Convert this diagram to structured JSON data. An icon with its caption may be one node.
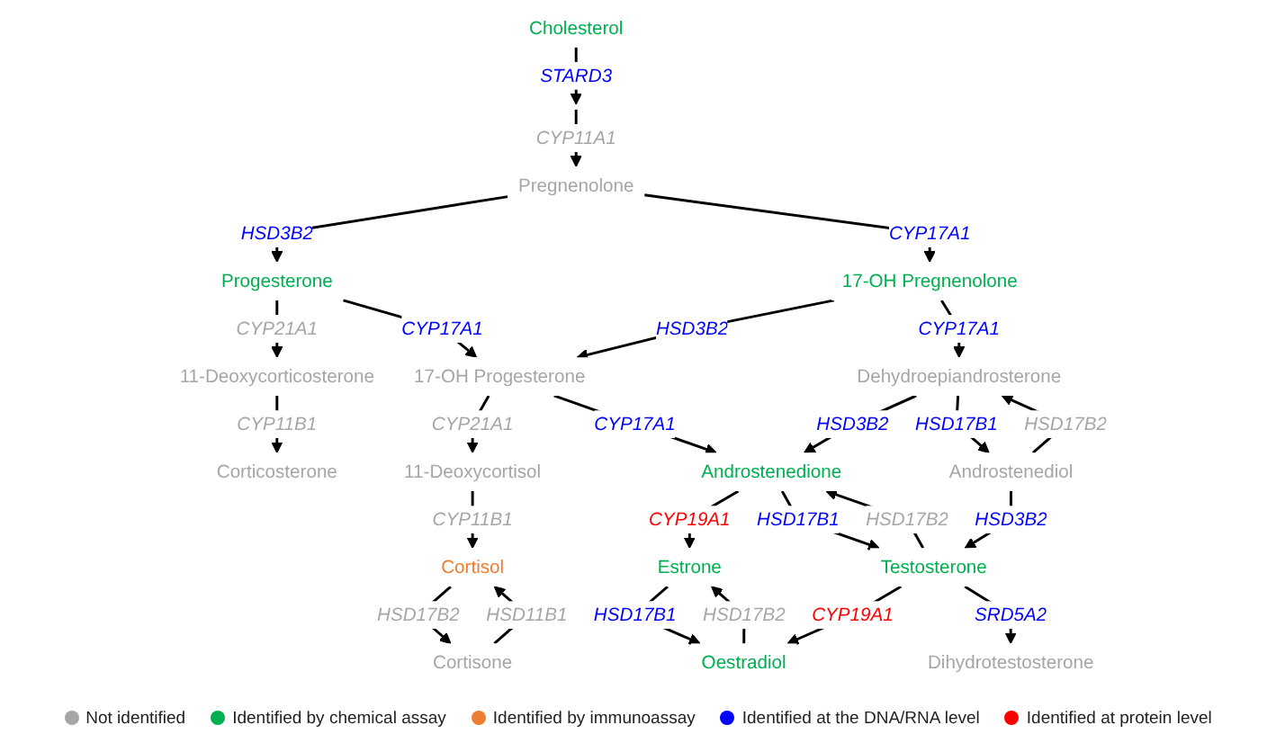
{
  "diagram": {
    "nodes": [
      {
        "text": [
          "Cholesterol"
        ]
      },
      {
        "text": [
          "Pregnenolone"
        ]
      },
      {
        "text": [
          "Progesterone"
        ]
      },
      {
        "text": [
          "11-Deoxycorticosterone"
        ]
      },
      {
        "text": [
          "Corticosterone"
        ]
      },
      {
        "text": [
          "17-OH Pregnenolone"
        ]
      },
      {
        "text": [
          "17-OH Progesterone"
        ]
      },
      {
        "text": [
          "11-Deoxycortisol"
        ]
      },
      {
        "text": [
          "Cortisol"
        ]
      },
      {
        "text": [
          "Dehydroepiandrosterone"
        ]
      },
      {
        "text": [
          "Androstenedione"
        ]
      },
      {
        "text": [
          "Estrone"
        ]
      },
      {
        "text": [
          "Cortisone"
        ]
      },
      {
        "text": [
          "Androstenediol"
        ]
      },
      {
        "text": [
          "Testosterone"
        ]
      },
      {
        "text": [
          "Oestradiol"
        ]
      },
      {
        "text": [
          "Dihydrotestosterone"
        ]
      }
    ],
    "edges": [
      {
        "from": 0,
        "to": null,
        "arrow": "to",
        "label": "STARD3"
      },
      {
        "from": null,
        "to": 1,
        "arrow": "to",
        "label": "CYP11A1"
      },
      {
        "from": 1,
        "to": 2,
        "arrow": "to",
        "label": "HSD3B2"
      },
      {
        "from": 2,
        "to": 3,
        "arrow": "to",
        "label": "CYP21A1"
      },
      {
        "from": 3,
        "to": 4,
        "arrow": "to",
        "label": "CYP11B1"
      },
      {
        "from": 1,
        "to": 5,
        "arrow": "to",
        "label": "CYP17A1"
      },
      {
        "from": 2,
        "to": 6,
        "arrow": "to",
        "label": "CYP17A1"
      },
      {
        "from": 5,
        "to": 6,
        "arrow": "to",
        "label": "HSD3B2"
      },
      {
        "from": 6,
        "to": 7,
        "arrow": "to",
        "label": "CYP21A1"
      },
      {
        "from": 7,
        "to": 8,
        "arrow": "to",
        "label": "CYP11B1"
      },
      {
        "from": 5,
        "to": 9,
        "arrow": "to",
        "label": "CYP17A1"
      },
      {
        "from": 6,
        "to": 10,
        "arrow": "to",
        "label": "CYP17A1"
      },
      {
        "from": 12,
        "to": 8,
        "arrow": "to",
        "label": "HSD11B1"
      },
      {
        "from": 8,
        "to": 12,
        "arrow": "to",
        "label": "HSD17B2"
      },
      {
        "from": 9,
        "to": 10,
        "arrow": "to",
        "label": "HSD3B2"
      },
      {
        "from": 10,
        "to": 11,
        "arrow": "to",
        "label": "CYP19A1"
      },
      {
        "from": 13,
        "to": 9,
        "arrow": "to",
        "label": "HSD17B2"
      },
      {
        "from": 9,
        "to": 13,
        "arrow": "to",
        "label": "HSD17B1"
      },
      {
        "from": 14,
        "to": 10,
        "arrow": "to",
        "label": "HSD17B2"
      },
      {
        "from": 10,
        "to": 14,
        "arrow": "to",
        "label": "HSD17B1"
      },
      {
        "from": 15,
        "to": 11,
        "arrow": "to",
        "label": "HSD17B2"
      },
      {
        "from": 11,
        "to": 15,
        "arrow": "to",
        "label": "HSD17B1"
      },
      {
        "from": 13,
        "to": 14,
        "arrow": "to",
        "label": "HSD3B2"
      },
      {
        "from": 14,
        "to": 15,
        "arrow": "to",
        "label": "CYP19A1"
      },
      {
        "from": 14,
        "to": 16,
        "arrow": "to",
        "label": "SRD5A2"
      }
    ],
    "legend": [
      {
        "text": "Not identified",
        "color": "#a6a6a6"
      },
      {
        "text": "Identified by chemical assay",
        "color": "#00b050"
      },
      {
        "text": "Identified by immunoassay",
        "color": "#ed7d31"
      },
      {
        "text": "Identified at the DNA/RNA level",
        "color": "#0000ff"
      },
      {
        "text": "Identified at protein level",
        "color": "#ff0000"
      }
    ]
  }
}
